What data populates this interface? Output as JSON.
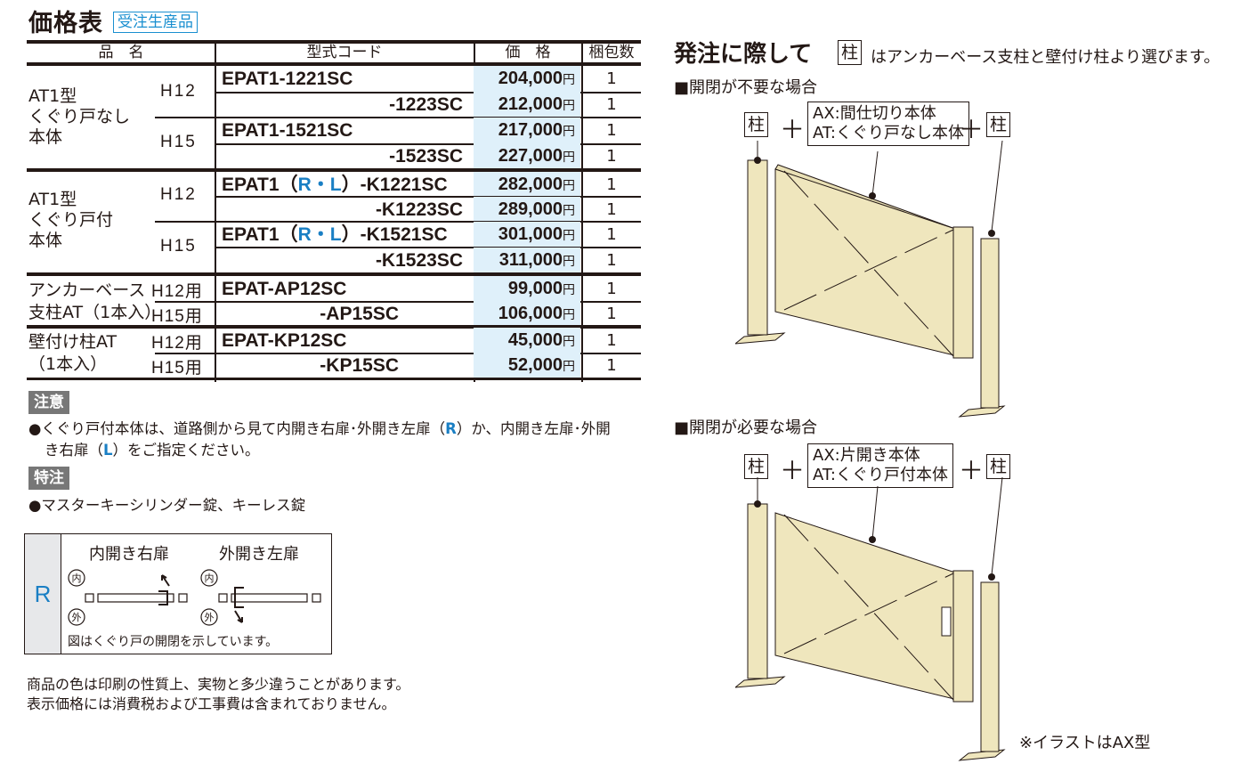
{
  "header": {
    "title": "価格表",
    "badge": "受注生産品"
  },
  "table": {
    "columns": [
      "品　名",
      "型式コード",
      "価　格",
      "梱包数"
    ],
    "groups": [
      {
        "name": [
          "AT1型",
          "くぐり戸なし",
          "本体"
        ],
        "rows": [
          {
            "height": "H12",
            "code": "EPAT1-1221SC",
            "price": "204,000",
            "qty": "1"
          },
          {
            "height": "",
            "code": "-1223SC",
            "price": "212,000",
            "qty": "1"
          },
          {
            "height": "H15",
            "code": "EPAT1-1521SC",
            "price": "217,000",
            "qty": "1"
          },
          {
            "height": "",
            "code": "-1523SC",
            "price": "227,000",
            "qty": "1"
          }
        ]
      },
      {
        "name": [
          "AT1型",
          "くぐり戸付",
          "本体"
        ],
        "rows": [
          {
            "height": "H12",
            "code_prefix": "EPAT1（",
            "code_rl": "R・L",
            "code_suffix": "）-K1221SC",
            "price": "282,000",
            "qty": "1"
          },
          {
            "height": "",
            "code": "-K1223SC",
            "price": "289,000",
            "qty": "1"
          },
          {
            "height": "H15",
            "code_prefix": "EPAT1（",
            "code_rl": "R・L",
            "code_suffix": "）-K1521SC",
            "price": "301,000",
            "qty": "1"
          },
          {
            "height": "",
            "code": "-K1523SC",
            "price": "311,000",
            "qty": "1"
          }
        ]
      },
      {
        "name": [
          "アンカーベース",
          "支柱AT（1本入）"
        ],
        "rows": [
          {
            "height": "H12用",
            "code": "EPAT-AP12SC",
            "price": "99,000",
            "qty": "1"
          },
          {
            "height": "H15用",
            "code": "-AP15SC",
            "price": "106,000",
            "qty": "1"
          }
        ]
      },
      {
        "name": [
          "壁付け柱AT",
          "（1本入）"
        ],
        "rows": [
          {
            "height": "H12用",
            "code": "EPAT-KP12SC",
            "price": "45,000",
            "qty": "1"
          },
          {
            "height": "H15用",
            "code": "-KP15SC",
            "price": "52,000",
            "qty": "1"
          }
        ]
      }
    ],
    "yen": "円"
  },
  "notes": {
    "caution_tag": "注意",
    "caution_line1_a": "●くぐり戸付本体は、道路側から見て内開き右扉･外開き左扉（",
    "caution_R": "R",
    "caution_line1_b": "）か、内開き左扉･外開",
    "caution_line2_a": "き右扉（",
    "caution_L": "L",
    "caution_line2_b": "）をご指定ください。",
    "special_tag": "特注",
    "special_text": "●マスターキーシリンダー錠、キーレス錠"
  },
  "r_diagram": {
    "label": "R",
    "left_title": "内開き右扉",
    "right_title": "外開き左扉",
    "inside": "内",
    "outside": "外",
    "caption": "図はくぐり戸の開閉を示しています。"
  },
  "footnotes": [
    "商品の色は印刷の性質上、実物と多少違うことがあります。",
    "表示価格には消費税および工事費は含まれておりません。"
  ],
  "ordering": {
    "title": "発注に際して",
    "pillar": "柱",
    "pillar_desc": "はアンカーベース支柱と壁付け柱より選びます。",
    "case1": {
      "heading": "■開閉が不要な場合",
      "line1": "AX:間仕切り本体",
      "line2": "AT:くぐり戸なし本体"
    },
    "case2": {
      "heading": "■開閉が必要な場合",
      "line1": "AX:片開き本体",
      "line2": "AT:くぐり戸付本体"
    },
    "plus": "＋",
    "illust_note": "※イラストはAX型"
  },
  "colors": {
    "accent_blue": "#1a7fc4",
    "price_bg": "#dff0fa",
    "tag_bg": "#777777",
    "panel": "#efe6bd"
  }
}
